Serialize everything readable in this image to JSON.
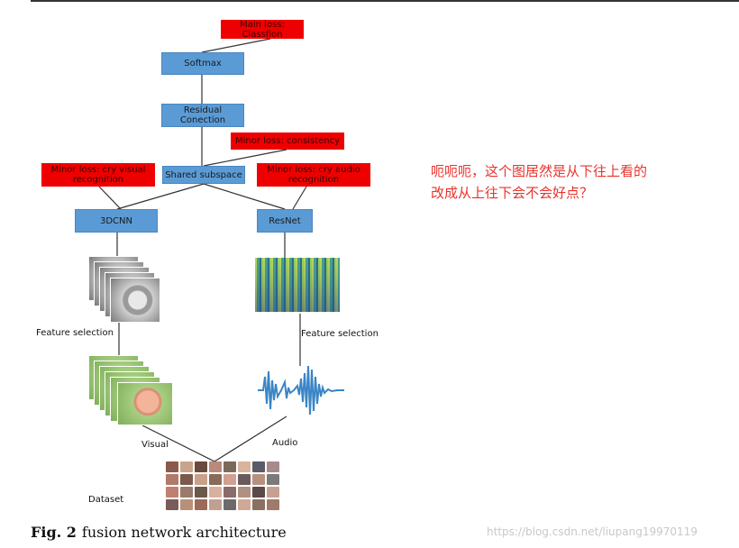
{
  "diagram": {
    "nodes": {
      "main_loss": "Main loss:\nClassfion",
      "softmax": "Softmax",
      "residual": "Residual\nConection",
      "minor_consistency": "Minor loss: consistency",
      "minor_visual": "Minor loss:  cry visual\nrecognition",
      "shared_subspace": "Shared subspace",
      "minor_audio": "Minor loss: cry audio\nrecognition",
      "cnn3d": "3DCNN",
      "resnet": "ResNet"
    },
    "labels": {
      "feature_selection_left": "Feature selection",
      "feature_selection_right": "Feature selection",
      "visual": "Visual",
      "audio": "Audio",
      "dataset": "Dataset"
    },
    "colors": {
      "node_blue": "#5b9bd5",
      "loss_red": "#ee0000",
      "note_red": "#e8322c"
    },
    "icons": [
      "gray-face-frames-image",
      "baby-frames-image",
      "spectrogram-image",
      "waveform-image",
      "dataset-thumbnail-grid"
    ]
  },
  "note": {
    "line1": "呃呃呃，这个图居然是从下往上看的",
    "line2": "改成从上往下会不会好点？"
  },
  "caption": {
    "fig_label": "Fig. 2",
    "text": "fusion network architecture"
  },
  "watermark": "https://blog.csdn.net/liupang19970119"
}
